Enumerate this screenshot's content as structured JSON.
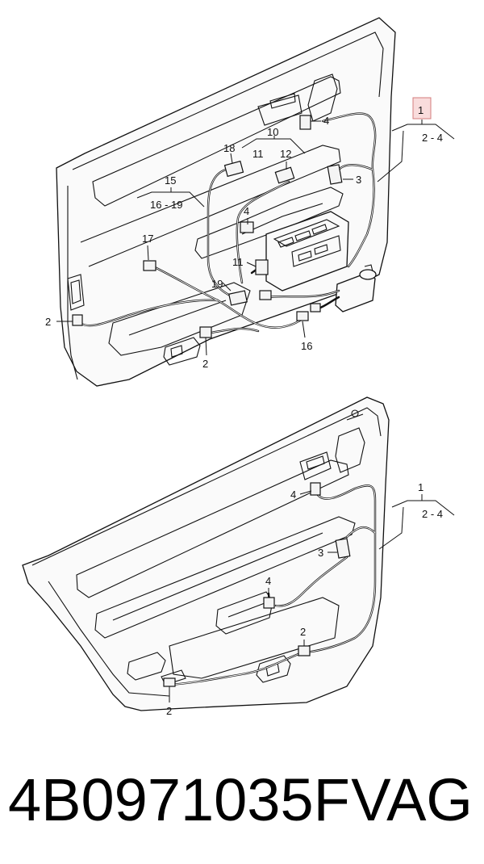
{
  "labels": {
    "top": {
      "l1": "1",
      "l2_4": "2 - 4",
      "l4a": "4",
      "l10": "10",
      "l11": "11",
      "l12": "12",
      "l3": "3",
      "l18": "18",
      "l15": "15",
      "l16_19": "16 - 19",
      "l4b": "4",
      "l17": "17",
      "l11b": "11",
      "l19": "19",
      "l2a": "2",
      "l16": "16",
      "l2b": "2"
    },
    "bottom": {
      "l1": "1",
      "l2_4": "2 - 4",
      "l4a": "4",
      "l3": "3",
      "l4b": "4",
      "l2a": "2",
      "l2b": "2"
    }
  },
  "caption": {
    "part_number": "4B0971035F",
    "brand": "VAG"
  },
  "colors": {
    "highlight_fill": "#f9dcdc",
    "highlight_border": "#d37c7c",
    "ink": "#111111"
  }
}
